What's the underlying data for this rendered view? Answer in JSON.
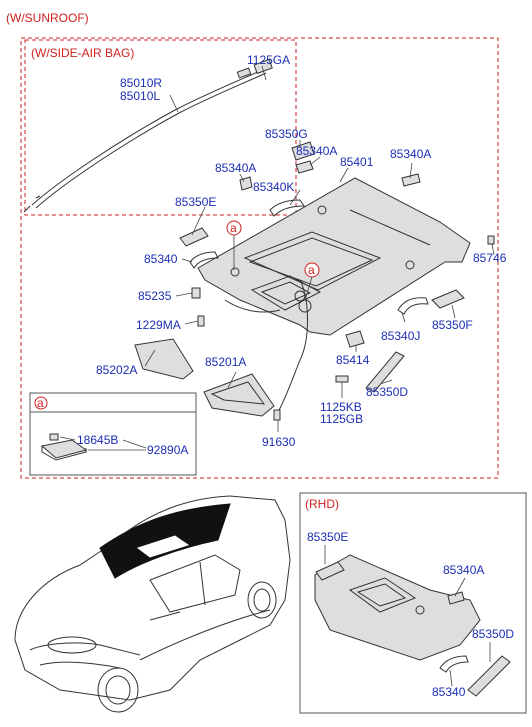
{
  "sections": {
    "sunroof": "(W/SUNROOF)",
    "side_air_bag": "(W/SIDE-AIR BAG)",
    "rhd": "(RHD)",
    "detail_marker": "a"
  },
  "labels": {
    "p1125GA": "1125GA",
    "p85010R": "85010R",
    "p85010L": "85010L",
    "p85350G": "85350G",
    "p85340A_1": "85340A",
    "p85401": "85401",
    "p85340A_2": "85340A",
    "p85340A_3": "85340A",
    "p85340K": "85340K",
    "p85350E": "85350E",
    "p85746": "85746",
    "p85340": "85340",
    "p85235": "85235",
    "p1229MA": "1229MA",
    "p85350F": "85350F",
    "p85340J": "85340J",
    "p85414": "85414",
    "p85202A": "85202A",
    "p85201A": "85201A",
    "p85350D": "85350D",
    "p1125KB": "1125KB",
    "p1125GB": "1125GB",
    "p91630": "91630",
    "p18645B": "18645B",
    "p92890A": "92890A",
    "rhd_85350E": "85350E",
    "rhd_85340A": "85340A",
    "rhd_85350D": "85350D",
    "rhd_85340": "85340"
  },
  "colors": {
    "part_number": "#1b2fb5",
    "section_label": "#d12020",
    "line": "#333333"
  }
}
